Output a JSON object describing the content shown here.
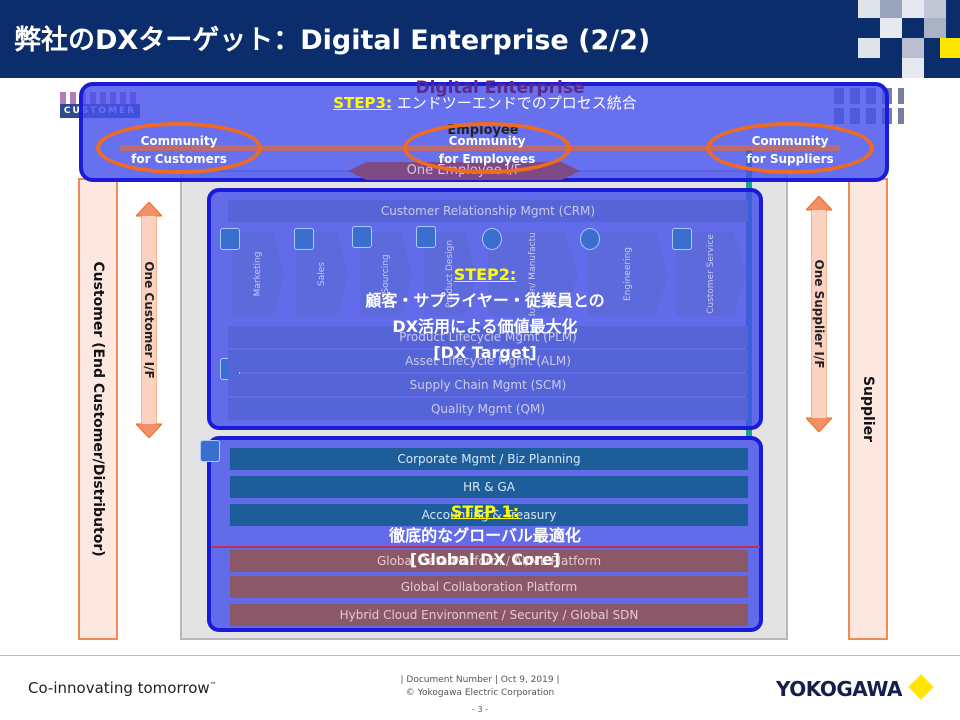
{
  "header": {
    "title": "弊社のDXターゲット：Digital Enterprise (2/2)"
  },
  "top_banner": {
    "heading": "Digital Enterprise",
    "step_label": "STEP3:",
    "step_text": "エンドツーエンドでのプロセス統合",
    "employee_label": "Employee",
    "one_employee_label": "One Employee I/F",
    "customer_icon_text": "CUSTOMER",
    "communities": [
      "Community\nfor Customers",
      "Community\nfor Employees",
      "Community\nfor Suppliers"
    ]
  },
  "left": {
    "sidebar_label": "Customer (End Customer/Distributor)",
    "interface_label": "One Customer I/F"
  },
  "right": {
    "sidebar_label": "Supplier",
    "interface_label": "One Supplier I/F"
  },
  "dx_target": {
    "crm": "Customer Relationship Mgmt (CRM)",
    "chain": [
      "Marketing",
      "Sales",
      "Sourcing",
      "Product Design",
      "Production/ Manufacturing",
      "Engineering",
      "Customer Service"
    ],
    "plm": "Product Lifecycle Mgmt (PLM)",
    "alm": "Asset Lifecycle Mgmt (ALM)",
    "scm": "Supply Chain Mgmt (SCM)",
    "qm": "Quality Mgmt (QM)",
    "step_label": "STEP2:",
    "line1": "顧客・サプライヤー・従業員との",
    "line2": "DX活用による価値最大化",
    "line3": "[DX Target]"
  },
  "dx_core": {
    "corp": "Corporate Mgmt / Biz Planning",
    "hr": "HR & GA",
    "accounting": "Accounting & Treasury",
    "data": "Global Data Platform / AI/ML Platform",
    "collab": "Global Collaboration Platform",
    "cloud": "Hybrid Cloud Environment / Security / Global SDN",
    "step_label": "STEP 1:",
    "line1": "徹底的なグローバル最適化",
    "line2": "[Global DX Core]"
  },
  "footer": {
    "tagline": "Co-innovating tomorrow",
    "tm": "™",
    "doc_line": "| Document Number | Oct 9, 2019 |",
    "copyright": "© Yokogawa Electric Corporation",
    "page": "- 3 -",
    "brand": "YOKOGAWA"
  },
  "colors": {
    "header_bg": "#0b2d6b",
    "overlay": "#4650eb",
    "overlay_border": "#1a1adb",
    "step_yellow": "#ffff00",
    "community_orange": "#f06a20",
    "brand_yellow": "#ffe600"
  }
}
